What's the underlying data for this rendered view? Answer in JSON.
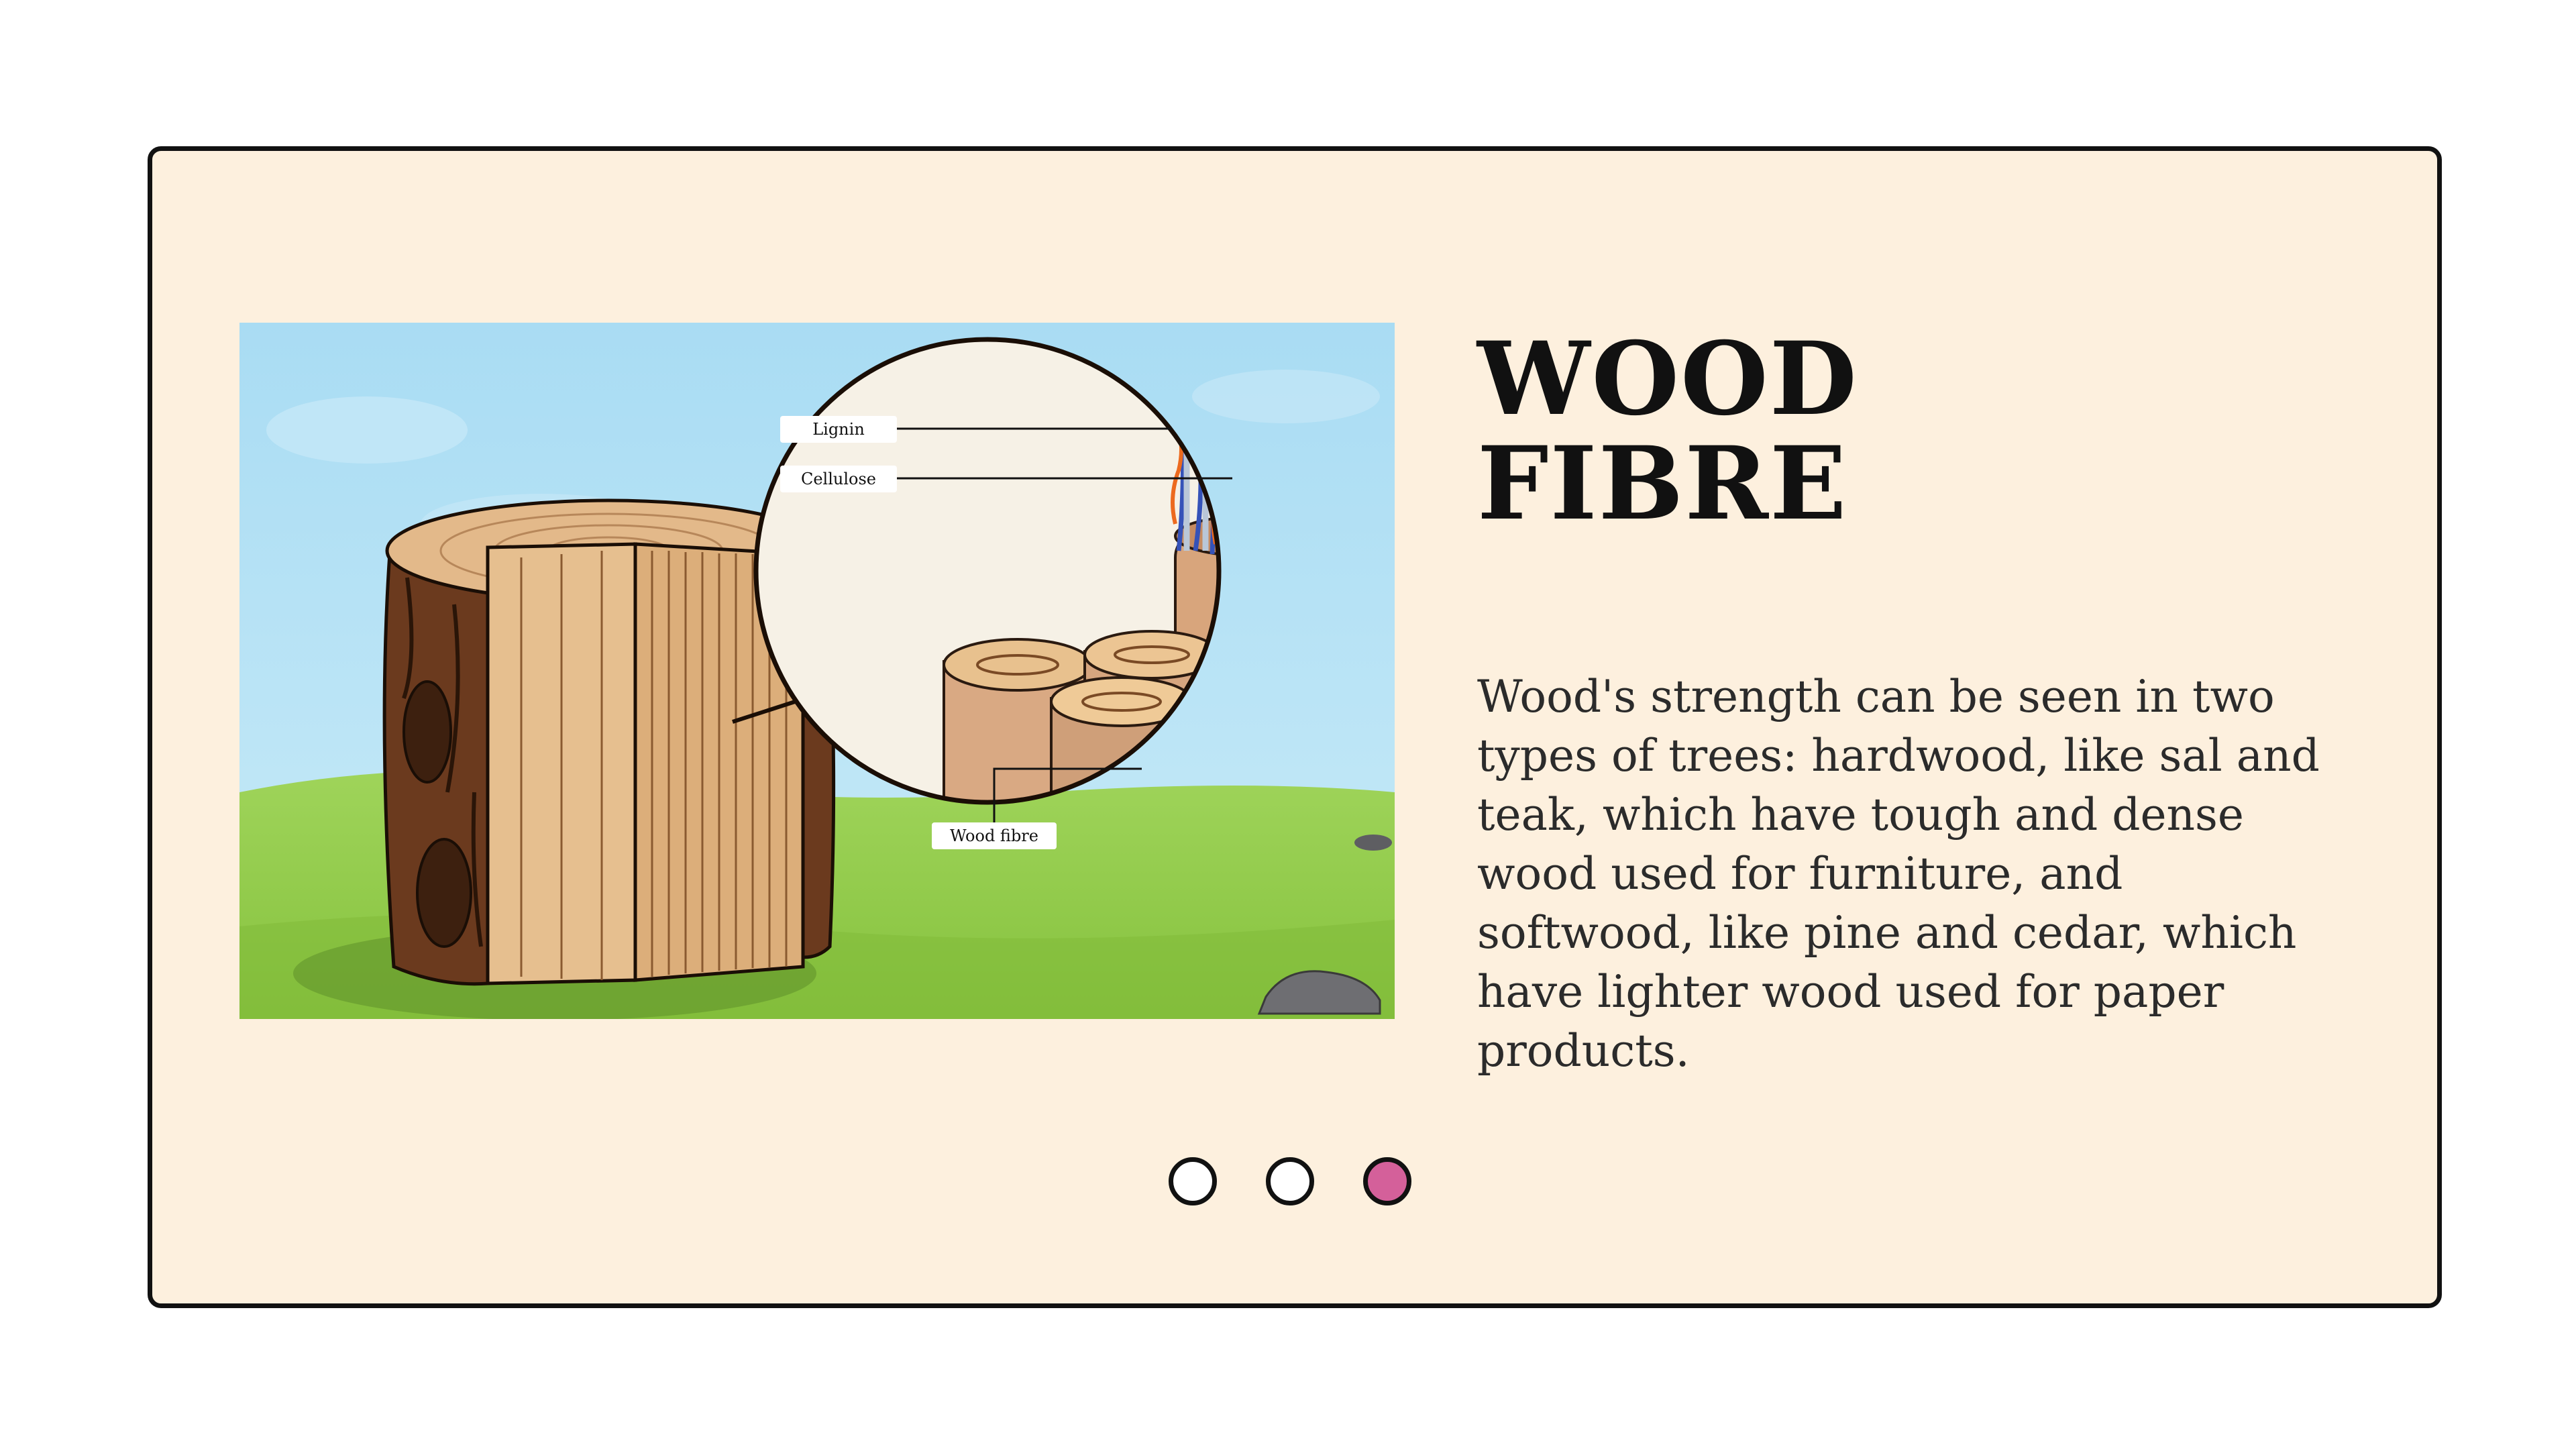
{
  "slide": {
    "title_line1": "WOOD",
    "title_line2": "FIBRE",
    "description": "Wood's strength can be seen in two types of trees: hardwood, like sal and teak, which have tough and dense wood used for furniture, and softwood, like pine and cedar, which have lighter wood used for paper products."
  },
  "illustration": {
    "callouts": {
      "lignin": "Lignin",
      "cellulose": "Cellulose",
      "wood_fibre": "Wood fibre"
    }
  },
  "pagination": {
    "total": 3,
    "current": 3,
    "active_color": "#d4609a"
  },
  "colors": {
    "card_background": "#fdf0de",
    "border": "#111111"
  }
}
